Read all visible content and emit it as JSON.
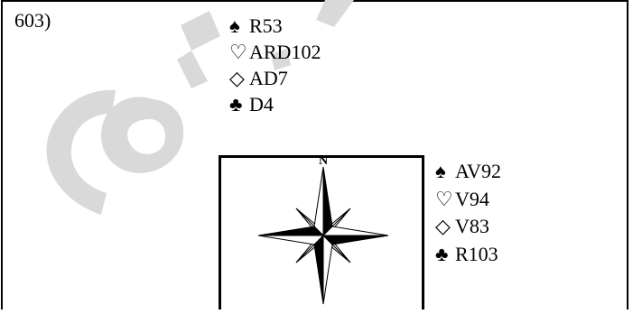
{
  "deal_number": "603)",
  "north": {
    "spades": "R53",
    "hearts": "ARD102",
    "diamonds": "AD7",
    "clubs": "D4"
  },
  "east": {
    "spades": "AV92",
    "hearts": "V94",
    "diamonds": "V83",
    "clubs": "R103"
  },
  "compass_label": "N",
  "suit_symbols": {
    "spades": "♠",
    "hearts": "♡",
    "diamonds": "◇",
    "clubs": "♣"
  },
  "watermark_color": "#d9d9d9"
}
